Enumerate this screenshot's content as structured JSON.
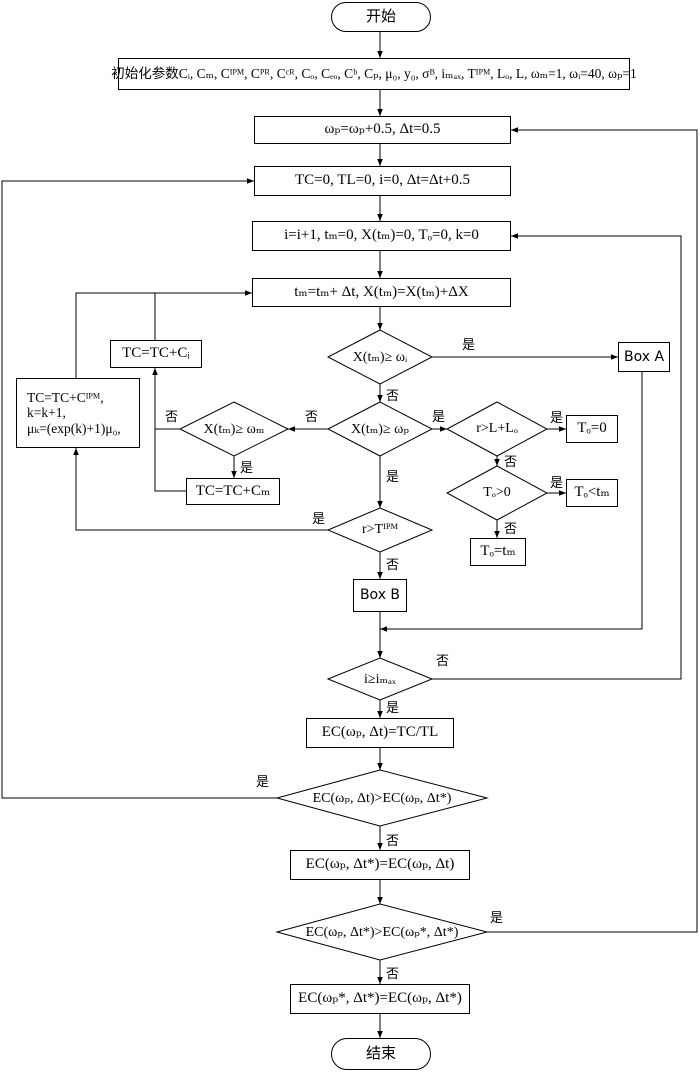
{
  "start": "开始",
  "end": "结束",
  "init": "初始化参数Cᵢ, Cₘ, Cᴵᴾᴹ, Cᴾᴿ, Cᶜᴿ, Cₒ, Cₑₒ, Cᵇ, Cₚ, μ₀, y₀, σᴮ, iₘₐₓ, Tᴵᴾᴹ, Lₒ, L, ωₘ=1, ωᵢ=40, ωₚ=1",
  "omega_update": "ωₚ=ωₚ+0.5, Δt=0.5",
  "tc_reset": "TC=0, TL=0, i=0, Δt=Δt+0.5",
  "i_inc": "i=i+1, tₘ=0, X(tₘ)=0, Tₒ=0, k=0",
  "t_inc": "tₘ=tₘ+ Δt, X(tₘ)=X(tₘ)+ΔX",
  "tc_ci": "TC=TC+Cᵢ",
  "tc_ipm": "TC=TC+Cᴵᴾᴹ,\nk=k+1,\nμₖ=(exp(k)+1)μ₀,",
  "d_xi": "X(tₘ)≥ ωᵢ",
  "box_a": "Box A",
  "d_xm": "X(tₘ)≥ ωₘ",
  "d_xp": "X(tₘ)≥ ωₚ",
  "d_rl": "r>L+Lₒ",
  "to_zero": "Tₒ=0",
  "tc_cm": "TC=TC+Cₘ",
  "d_to": "Tₒ>0",
  "to_lt": "Tₒ<tₘ",
  "d_rt": "r>Tᴵᴾᴹ",
  "to_eq": "Tₒ=tₘ",
  "box_b": "Box B",
  "d_imax": "i≥iₘₐₓ",
  "ec_calc": "EC(ωₚ, Δt)=TC/TL",
  "d_ec1": "EC(ωₚ, Δt)>EC(ωₚ, Δt*)",
  "ec_assign1": "EC(ωₚ, Δt*)=EC(ωₚ, Δt)",
  "d_ec2": "EC(ωₚ, Δt*)>EC(ωₚ*, Δt*)",
  "ec_assign2": "EC(ωₚ*, Δt*)=EC(ωₚ, Δt*)",
  "labels": {
    "yes": "是",
    "no": "否"
  }
}
